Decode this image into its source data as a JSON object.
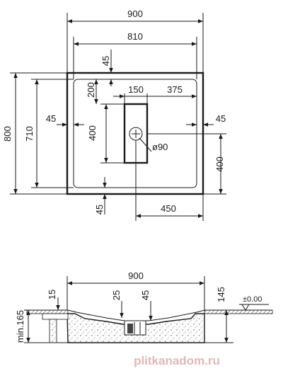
{
  "top_view": {
    "overall_width": "900",
    "inner_width": "810",
    "top_margin": "45",
    "offset_to_drain": "200",
    "drain_channel_width": "150",
    "drain_to_edge": "375",
    "left_margin": "45",
    "right_margin": "45",
    "drain_length": "400",
    "overall_depth": "800",
    "inner_depth": "710",
    "drain_diameter": "ø90",
    "lower_right_depth": "400",
    "bottom_margin": "45",
    "lower_right_width": "450"
  },
  "section_view": {
    "overall_width": "900",
    "rim_thickness": "15",
    "slope_depth": "25",
    "center_offset": "45",
    "total_height": "145",
    "floor_level": "±0.00",
    "min_height": "min.165"
  },
  "watermark": "plitkanadom.ru"
}
